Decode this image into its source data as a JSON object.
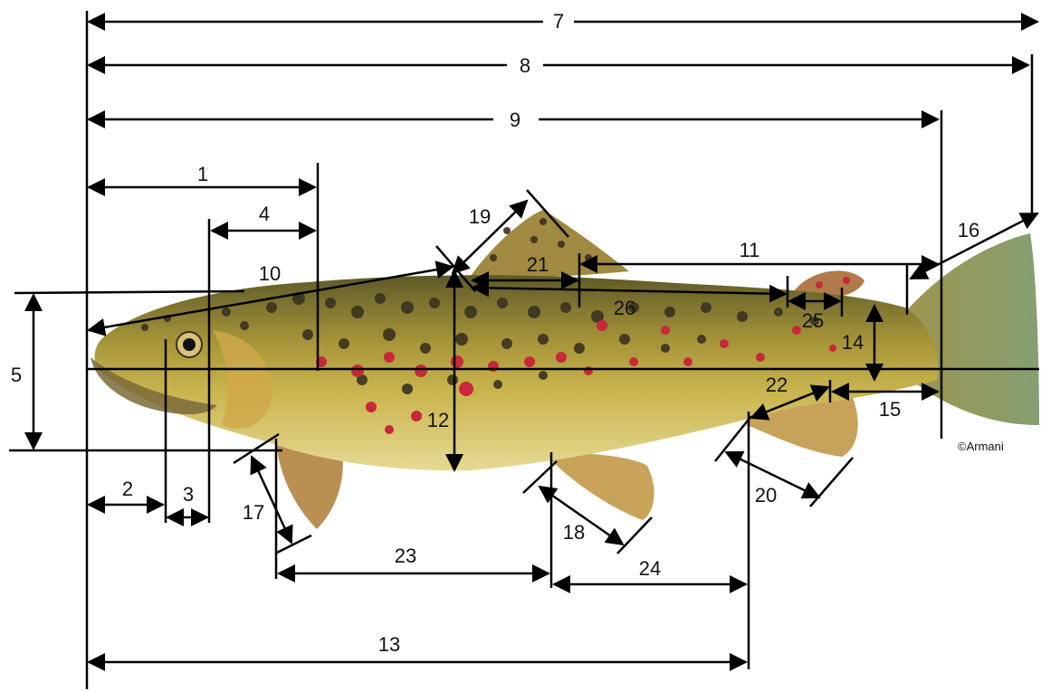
{
  "copyright": "©Armani",
  "labels": {
    "m1": "1",
    "m2": "2",
    "m3": "3",
    "m4": "4",
    "m5": "5",
    "m7": "7",
    "m8": "8",
    "m9": "9",
    "m10": "10",
    "m11": "11",
    "m12": "12",
    "m13": "13",
    "m14": "14",
    "m15": "15",
    "m16": "16",
    "m17": "17",
    "m18": "18",
    "m19": "19",
    "m20": "20",
    "m21": "21",
    "m22": "22",
    "m23": "23",
    "m24": "24",
    "m25": "25",
    "m26": "26"
  },
  "colors": {
    "line": "#000000",
    "fish_body": "#b9a23a",
    "fish_back": "#6b6a2a",
    "fish_belly": "#e2d27a",
    "spot_dark": "#3b3220",
    "spot_red": "#c8283a",
    "fin": "#b8914a",
    "tail": "#8c9a5a"
  }
}
